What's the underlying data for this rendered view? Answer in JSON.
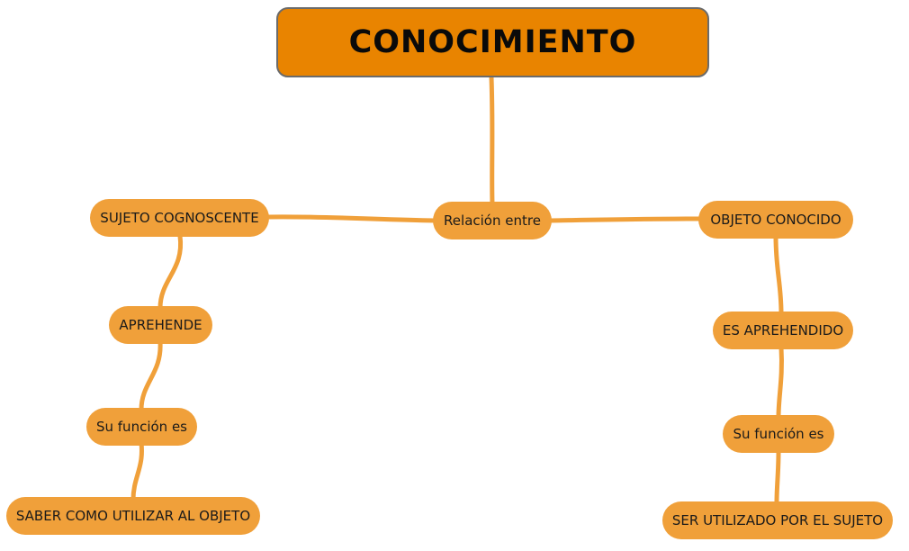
{
  "colors": {
    "root_fill": "#e98400",
    "root_border": "#6b6b6b",
    "node_fill": "#f0a03a",
    "connector": "#f0a03a",
    "text": "#1a1a1a"
  },
  "root": {
    "label": "CONOCIMIENTO"
  },
  "center": {
    "label": "Relación entre"
  },
  "left_branch": {
    "subject": "SUJETO COGNOSCENTE",
    "verb": "APREHENDE",
    "function_label": "Su función es",
    "function_value": "SABER COMO UTILIZAR AL OBJETO"
  },
  "right_branch": {
    "object": "OBJETO CONOCIDO",
    "verb": "ES APREHENDIDO",
    "function_label": "Su función es",
    "function_value": "SER UTILIZADO POR EL SUJETO"
  }
}
